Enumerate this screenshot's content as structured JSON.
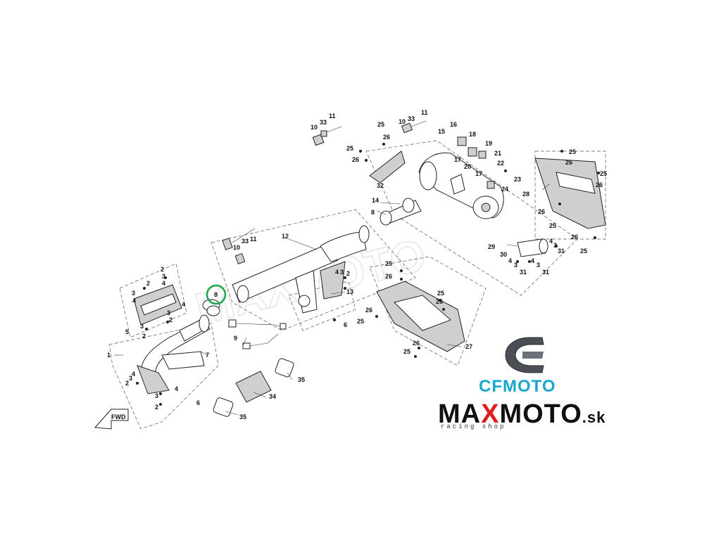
{
  "watermark": "MAXMOTO",
  "fwd_label": "FWD",
  "highlight_color": "#1aa64a",
  "callouts": {
    "c1": "1",
    "c2": "2",
    "c3": "3",
    "c4": "4",
    "c5": "5",
    "c6": "6",
    "c7": "7",
    "c8": "8",
    "c9": "9",
    "c10": "10",
    "c11": "11",
    "c12": "12",
    "c13": "13",
    "c14": "14",
    "c15": "15",
    "c16": "16",
    "c17": "17",
    "c18": "18",
    "c19": "19",
    "c20": "20",
    "c21": "21",
    "c22": "22",
    "c23": "23",
    "c24": "24",
    "c25": "25",
    "c26": "26",
    "c27": "27",
    "c28": "28",
    "c29": "29",
    "c30": "30",
    "c31": "31",
    "c32": "32",
    "c33": "33",
    "c34": "34",
    "c35": "35"
  },
  "brand": {
    "cfmoto": "CFMOTO",
    "maxmoto_pre": "MA",
    "maxmoto_x": "X",
    "maxmoto_post": "MOTO",
    "maxmoto_suffix": ".sk",
    "tagline": "racing shop",
    "cfmoto_color": "#19a7cf",
    "accent_red": "#e01d1d"
  }
}
